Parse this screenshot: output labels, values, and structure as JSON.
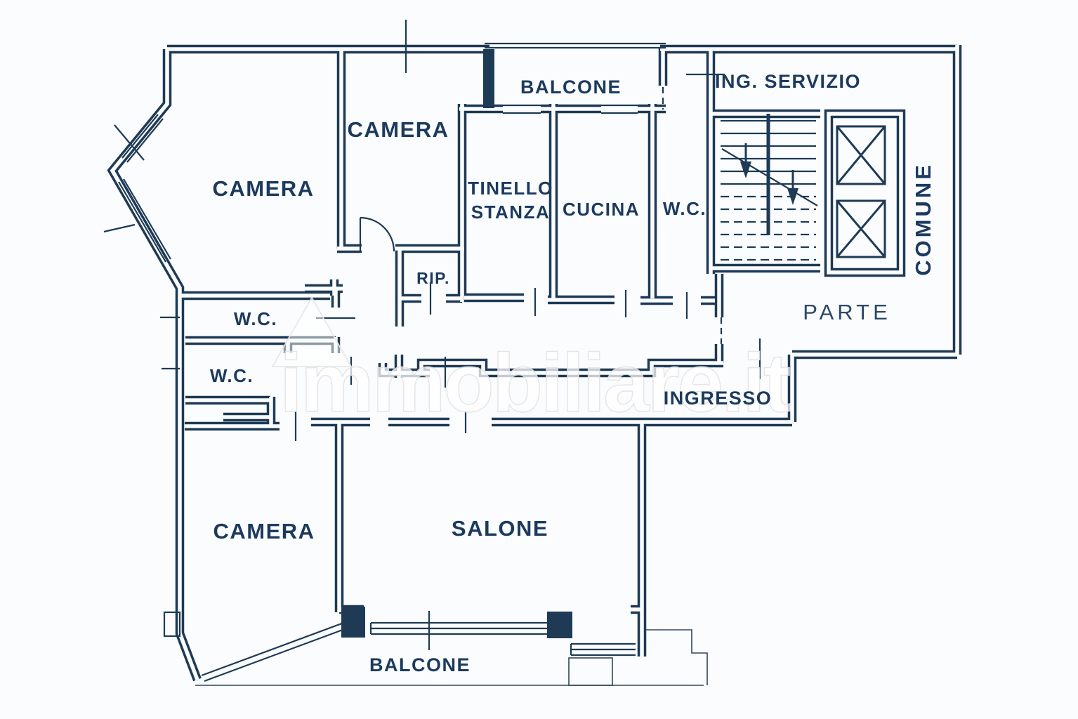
{
  "plan": {
    "watermark": "immobiliare.it",
    "colors": {
      "wall": "#1e3a55",
      "label": "#1c3a5e",
      "muted_label": "#2c4866",
      "background": "#fbfcfd",
      "watermark": "#ffffff"
    },
    "rooms": {
      "camera_top_left": "CAMERA",
      "camera_top_middle": "CAMERA",
      "tinello_line1": "TINELLO",
      "tinello_line2": "STANZA",
      "cucina": "CUCINA",
      "wc_service": "W.C.",
      "rip": "RIP.",
      "wc_upper": "W.C.",
      "wc_lower": "W.C.",
      "camera_bottom_left": "CAMERA",
      "salone": "SALONE",
      "ingresso": "INGRESSO"
    },
    "exterior": {
      "balcone_top": "BALCONE",
      "balcone_bottom": "BALCONE",
      "ing_servizio": "ING. SERVIZIO",
      "parte": "PARTE",
      "comune": "COMUNE"
    }
  }
}
